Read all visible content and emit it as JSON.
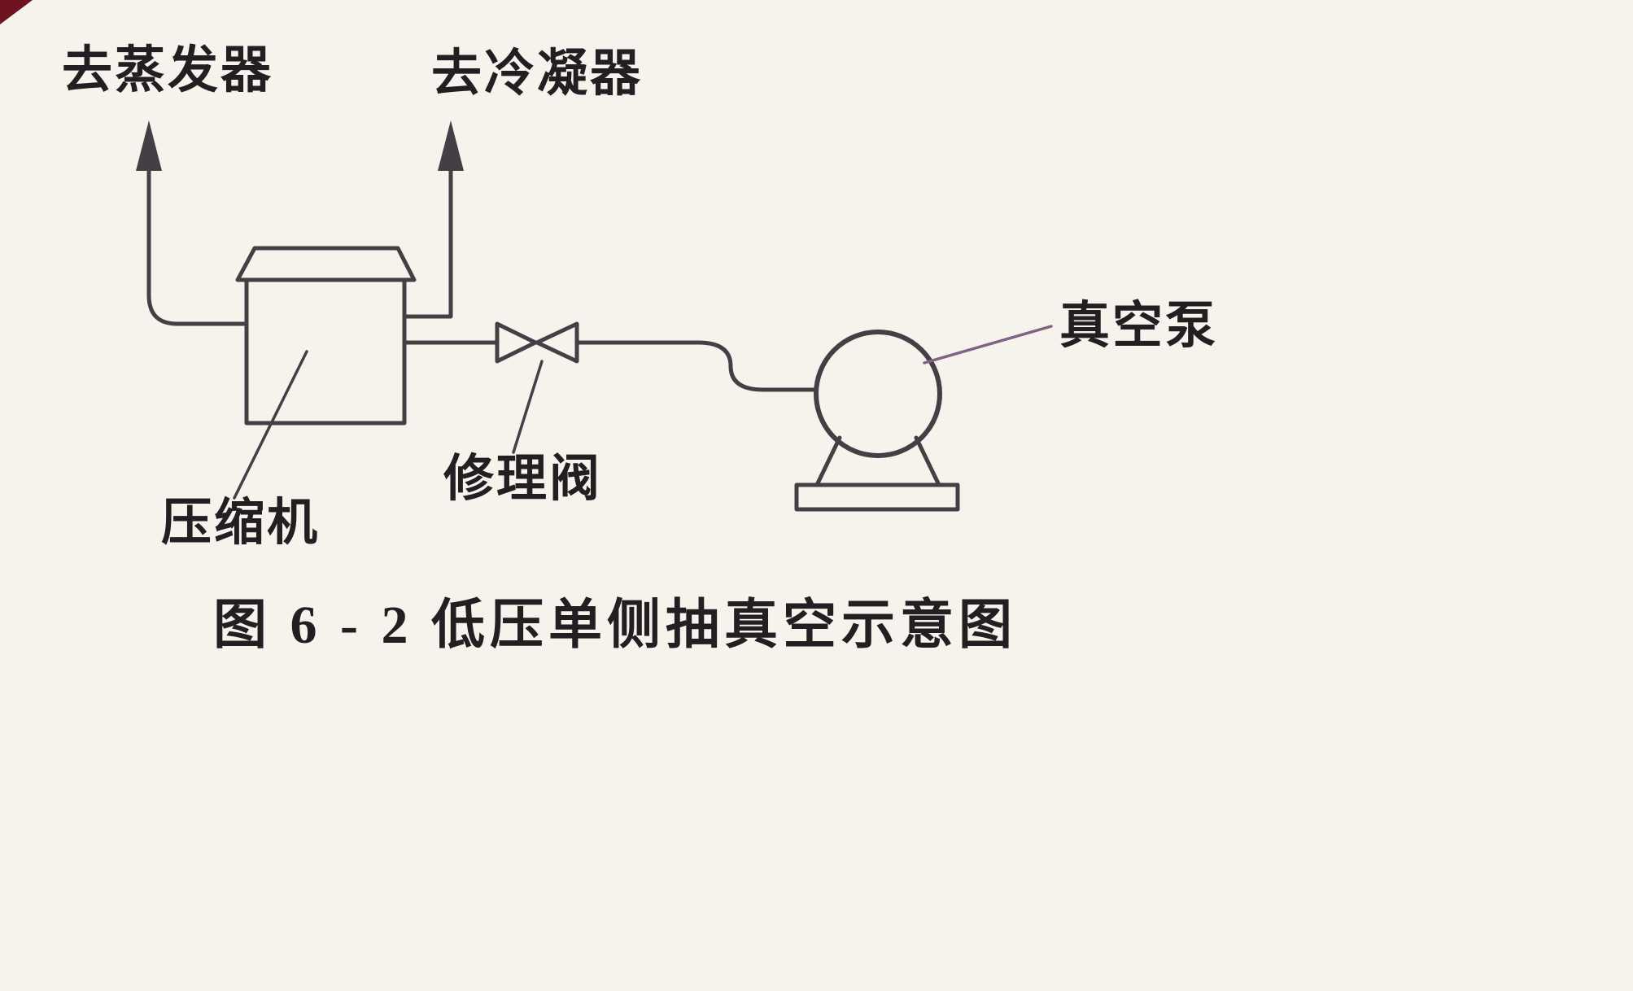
{
  "colors": {
    "background": "#f6f2ec",
    "line": "#453e44",
    "ink": "#241e22",
    "leader_purple": "#7e6384",
    "corner_artifact": "#6d1420"
  },
  "labels": {
    "to_evaporator": "去蒸发器",
    "to_condenser": "去冷凝器",
    "compressor": "压缩机",
    "service_valve": "修理阀",
    "vacuum_pump": "真空泵"
  },
  "caption": "图 6 - 2   低压单侧抽真空示意图"
}
